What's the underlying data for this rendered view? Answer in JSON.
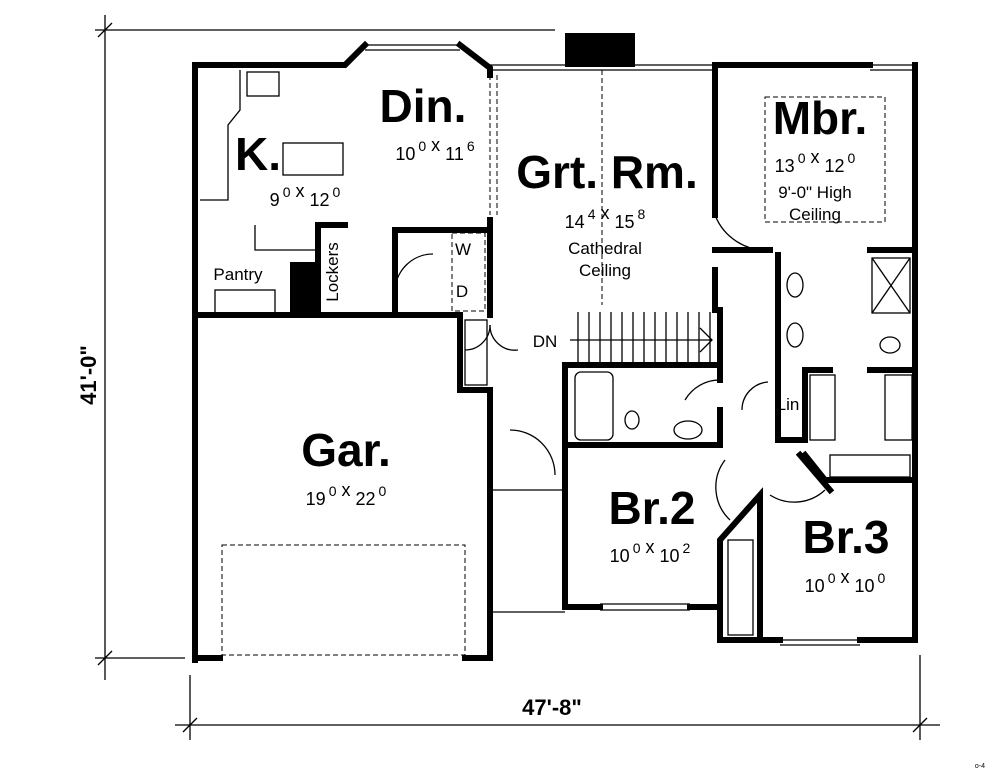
{
  "overall": {
    "depth": "41'-0\"",
    "width": "47'-8\""
  },
  "rooms": [
    {
      "id": "kitchen",
      "name": "K.",
      "w": "9",
      "w_in": "0",
      "l": "12",
      "l_in": "0"
    },
    {
      "id": "dining",
      "name": "Din.",
      "w": "10",
      "w_in": "0",
      "l": "11",
      "l_in": "6"
    },
    {
      "id": "great-room",
      "name": "Grt. Rm.",
      "w": "14",
      "w_in": "4",
      "l": "15",
      "l_in": "8",
      "notes": [
        "Cathedral",
        "Ceiling"
      ]
    },
    {
      "id": "master-bedroom",
      "name": "Mbr.",
      "w": "13",
      "w_in": "0",
      "l": "12",
      "l_in": "0",
      "notes": [
        "9'-0\" High",
        "Ceiling"
      ]
    },
    {
      "id": "garage",
      "name": "Gar.",
      "w": "19",
      "w_in": "0",
      "l": "22",
      "l_in": "0"
    },
    {
      "id": "bedroom-2",
      "name": "Br.2",
      "w": "10",
      "w_in": "0",
      "l": "10",
      "l_in": "2"
    },
    {
      "id": "bedroom-3",
      "name": "Br.3",
      "w": "10",
      "w_in": "0",
      "l": "10",
      "l_in": "0"
    }
  ],
  "labels": {
    "pantry": "Pantry",
    "lockers": "Lockers",
    "washer": "W",
    "dryer": "D",
    "stairs": "DN",
    "linen": "Lin"
  },
  "corner_mark": "o-4"
}
